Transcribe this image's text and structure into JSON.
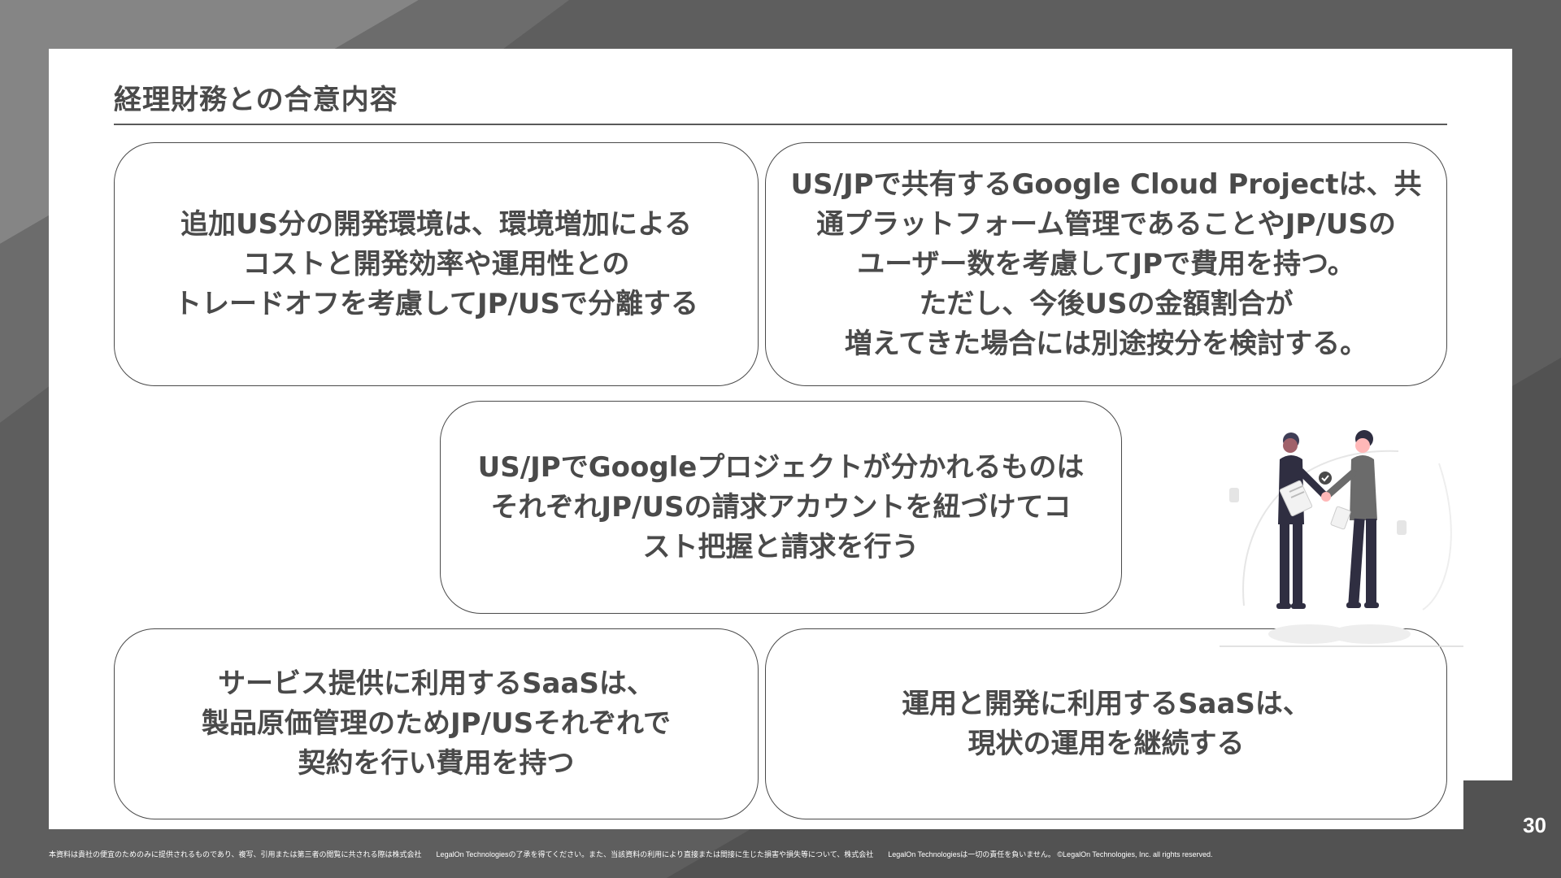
{
  "slide": {
    "title": "経理財務との合意内容",
    "page_number": "30"
  },
  "cards": {
    "dev_env": "追加US分の開発環境は、環境増加による\nコストと開発効率や運用性との\nトレードオフを考慮してJP/USで分離する",
    "shared_project": "US/JPで共有するGoogle Cloud Projectは、共\n通プラットフォーム管理であることやJP/USの\nユーザー数を考慮してJPで費用を持つ。\nただし、今後USの金額割合が\n増えてきた場合には別途按分を検討する。",
    "separate_projects": "US/JPでGoogleプロジェクトが分かれるものは\nそれぞれJP/USの請求アカウントを紐づけてコ\nスト把握と請求を行う",
    "service_saas": "サービス提供に利用するSaaSは、\n製品原価管理のためJP/USそれぞれで\n契約を行い費用を持つ",
    "ops_saas": "運用と開発に利用するSaaSは、\n現状の運用を継続する"
  },
  "footer": {
    "text": "本資料は貴社の便宜のためのみに提供されるものであり、複写、引用または第三者の閲覧に共される際は株式会社　　LegalOn Technologiesの了承を得てください。また、当該資料の利用により直接または間接に生じた損害や損失等について、株式会社　　LegalOn Technologiesは一切の責任を負いません。 ©LegalOn Technologies, Inc. all rights reserved."
  },
  "colors": {
    "background": "#5e5e5e",
    "card_text": "#4a4a4a",
    "card_border": "#4a4a4a",
    "slide": "#ffffff"
  },
  "icons": {
    "illustration": "handshake-illustration"
  }
}
